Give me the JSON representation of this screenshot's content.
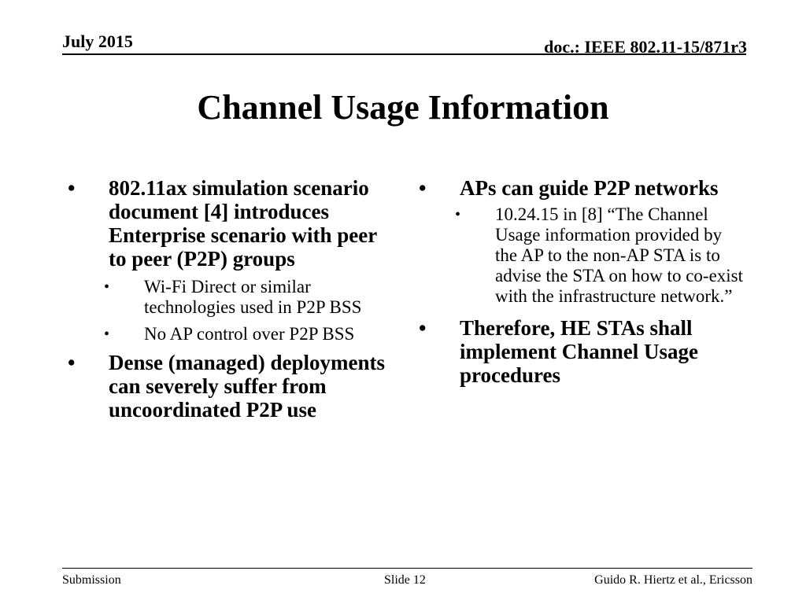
{
  "header": {
    "date": "July 2015",
    "doc_id": "doc.: IEEE 802.11-15/871r3"
  },
  "slide": {
    "title": "Channel Usage Information",
    "left_column": {
      "bullet1": {
        "marker": "•",
        "text": "802.11ax simulation scenario document [4] introduces Enterprise scenario with peer to peer (P2P) groups"
      },
      "sub1": {
        "marker": "•",
        "text": "Wi-Fi Direct or similar technologies used in P2P BSS"
      },
      "sub2": {
        "marker": "•",
        "text": "No AP control over P2P BSS"
      },
      "bullet2": {
        "marker": "•",
        "text": "Dense (managed) deployments can severely suffer from uncoordinated P2P use"
      }
    },
    "right_column": {
      "bullet1": {
        "marker": "•",
        "text": "APs can guide P2P networks"
      },
      "sub1": {
        "marker": "•",
        "text": "10.24.15 in [8] “The Channel Usage information provided by the AP to the non-AP STA is to advise the STA on how to co-exist with the infrastructure network.”"
      },
      "bullet2": {
        "marker": "•",
        "text": "Therefore, HE STAs shall implement Channel Usage procedures"
      }
    }
  },
  "footer": {
    "left": "Submission",
    "center": "Slide 12",
    "right": "Guido R. Hiertz et al., Ericsson"
  }
}
